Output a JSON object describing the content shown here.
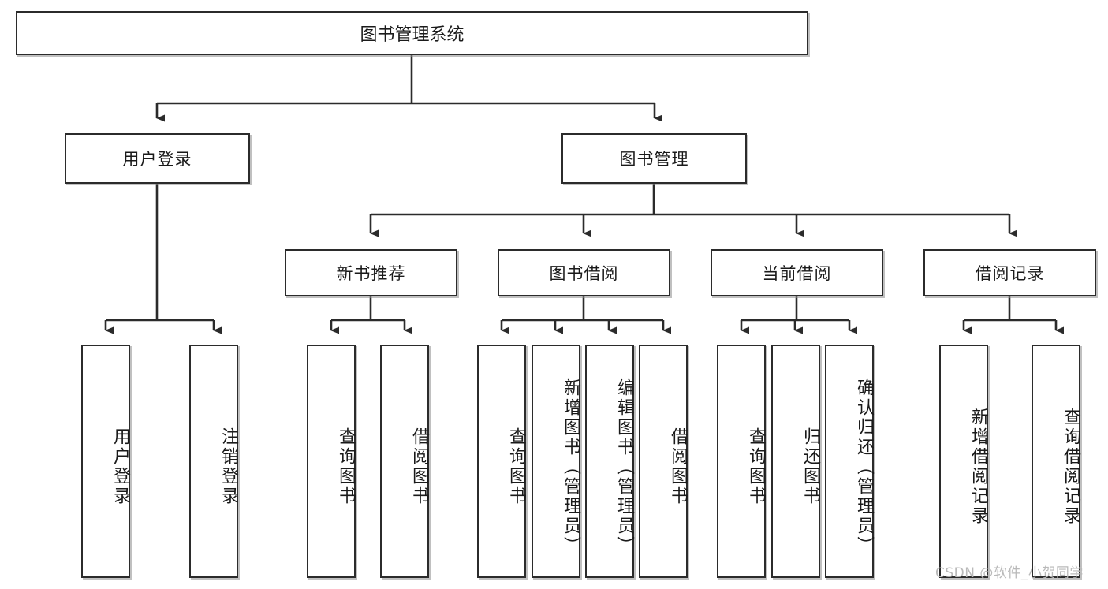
{
  "diagram": {
    "title": "图书管理系统",
    "type": "tree",
    "watermark": "CSDN @软件_小贺同学",
    "colors": {
      "box_border": "#2b2b2b",
      "box_fill": "#ffffff",
      "connector": "#2b2b2b",
      "watermark": "#b9b9b9"
    },
    "root": {
      "label": "图书管理系统"
    },
    "level2": [
      {
        "label": "用户登录"
      },
      {
        "label": "图书管理"
      }
    ],
    "level3": [
      {
        "label": "新书推荐"
      },
      {
        "label": "图书借阅"
      },
      {
        "label": "当前借阅"
      },
      {
        "label": "借阅记录"
      }
    ],
    "leaves": {
      "user_login": [
        {
          "label": "用户登录"
        },
        {
          "label": "注销登录"
        }
      ],
      "new_book_recommend": [
        {
          "label": "查询图书"
        },
        {
          "label": "借阅图书"
        }
      ],
      "book_borrow": [
        {
          "label": "查询图书"
        },
        {
          "label": "新增图书（管理员）"
        },
        {
          "label": "编辑图书（管理员）"
        },
        {
          "label": "借阅图书"
        }
      ],
      "current_borrow": [
        {
          "label": "查询图书"
        },
        {
          "label": "归还图书"
        },
        {
          "label": "确认归还（管理员）"
        }
      ],
      "borrow_record": [
        {
          "label": "新增借阅记录"
        },
        {
          "label": "查询借阅记录"
        }
      ]
    }
  }
}
